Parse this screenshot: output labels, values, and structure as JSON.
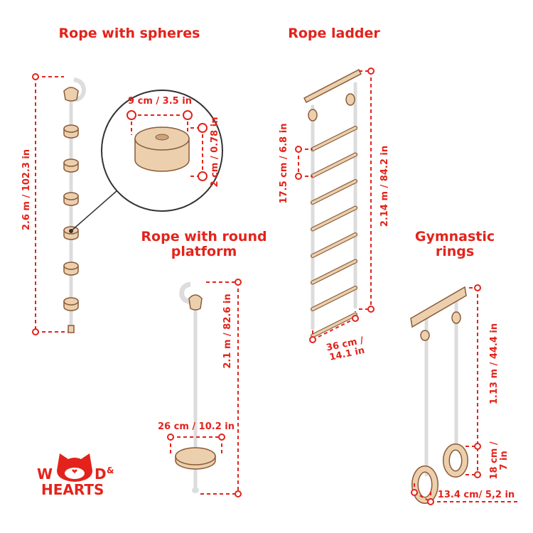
{
  "colors": {
    "accent": "#e3231b",
    "wood": "#ecd0ad",
    "outline": "#8a5a3a",
    "rope": "#dddddd"
  },
  "titles": {
    "rope_spheres": "Rope with spheres",
    "rope_ladder": "Rope ladder",
    "rope_platform_line1": "Rope with round",
    "rope_platform_line2": "platform",
    "rings_line1": "Gymnastic",
    "rings_line2": "rings"
  },
  "dimensions": {
    "spheres_length": "2.6 m / 102.3 in",
    "sphere_diameter": "9 cm / 3.5 in",
    "sphere_height": "2 cm / 0.78 in",
    "ladder_rung_spacing": "17.5 cm / 6.8 in",
    "ladder_length": "2.14 m / 84.2 in",
    "ladder_width_line1": "36 cm /",
    "ladder_width_line2": "14.1 in",
    "platform_length": "2.1 m / 82.6 in",
    "platform_diameter": "26 cm / 10.2 in",
    "rings_length": "1.13 m / 44.4 in",
    "ring_height_line1": "18 cm /",
    "ring_height_line2": "7 in",
    "ring_width": "13.4 cm/ 5,2 in"
  },
  "logo": {
    "text_line1": "WOOD&",
    "text_line2": "HEARTS"
  }
}
